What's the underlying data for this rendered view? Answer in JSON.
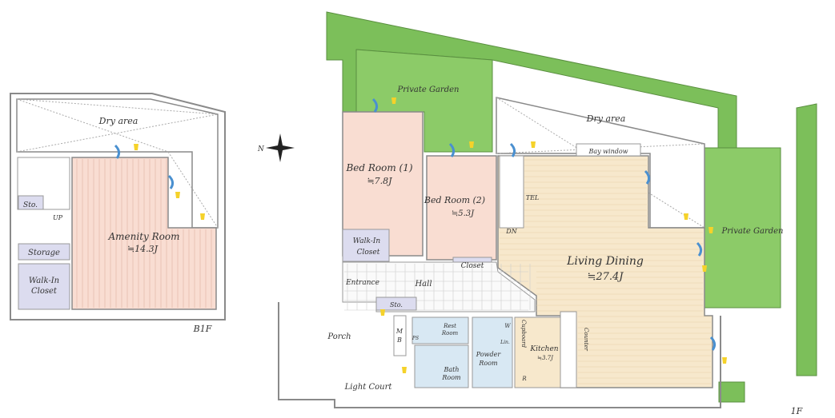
{
  "colors": {
    "garden": "#7cbf5a",
    "bedroom": "#f9ddd2",
    "living": "#f7e8cc",
    "wet": "#d8e8f3",
    "storage": "#dcdcef",
    "wall": "#8a8a8a"
  },
  "b1f": {
    "floor_label": "B1F",
    "dry_area": "Dry area",
    "amenity_room": "Amenity Room",
    "amenity_size": "≒14.3J",
    "sto": "Sto.",
    "up": "UP",
    "storage": "Storage",
    "walk_in_1": "Walk-In",
    "walk_in_2": "Closet"
  },
  "f1": {
    "floor_label": "1F",
    "private_garden_top": "Private Garden",
    "private_garden_right": "Private Garden",
    "dry_area": "Dry area",
    "bay_window": "Bay window",
    "bedroom1": "Bed Room (1)",
    "bedroom1_size": "≒7.8J",
    "bedroom2": "Bed Room (2)",
    "bedroom2_size": "≒5.3J",
    "walk_in_1": "Walk-In",
    "walk_in_2": "Closet",
    "closet": "Closet",
    "tel": "TEL",
    "dn": "DN",
    "living": "Living Dining",
    "living_size": "≒27.4J",
    "entrance": "Entrance",
    "hall": "Hall",
    "sto": "Sto.",
    "porch": "Porch",
    "mb_1": "M",
    "mb_2": "B",
    "rest_1": "Rest",
    "rest_2": "Room",
    "bath_1": "Bath",
    "bath_2": "Room",
    "powder_1": "Powder",
    "powder_2": "Room",
    "w": "W",
    "lin": "Lin.",
    "cupboard": "Cupboard",
    "kitchen": "Kitchen",
    "kitchen_size": "≒3.7J",
    "counter": "Counter",
    "r": "R",
    "ps": "PS",
    "light_court": "Light Court"
  },
  "compass": {
    "north": "N"
  }
}
